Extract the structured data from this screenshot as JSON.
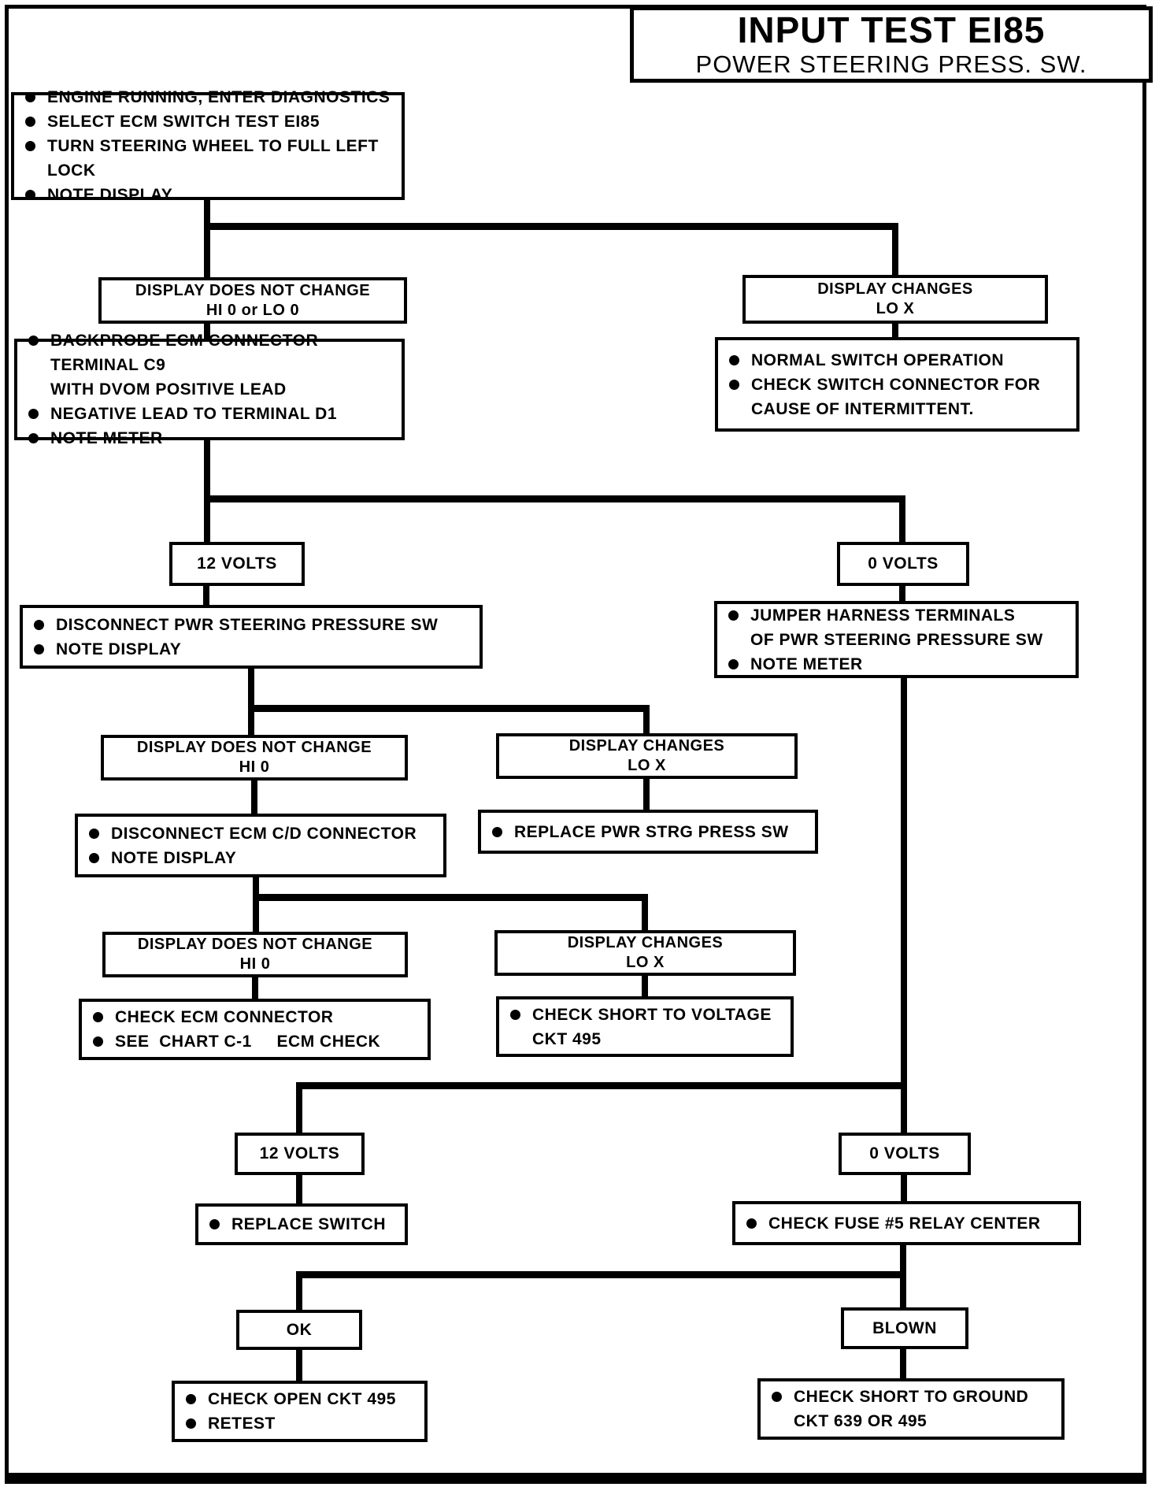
{
  "page": {
    "title": "INPUT TEST EI85",
    "subtitle": "POWER STEERING PRESS. SW."
  },
  "flowchart": {
    "start": {
      "bullets": [
        "ENGINE RUNNING, ENTER DIAGNOSTICS",
        "SELECT ECM SWITCH TEST EI85",
        "TURN STEERING WHEEL TO FULL LEFT LOCK",
        "NOTE DISPLAY"
      ]
    },
    "display_no_change_1": {
      "line1": "DISPLAY DOES NOT CHANGE",
      "line2": "HI 0 or LO 0"
    },
    "display_changes_1": {
      "line1": "DISPLAY CHANGES",
      "line2": "LO X"
    },
    "normal_switch": {
      "bullets": [
        "NORMAL SWITCH OPERATION",
        "CHECK SWITCH CONNECTOR FOR\nCAUSE OF INTERMITTENT."
      ]
    },
    "backprobe": {
      "bullets": [
        "BACKPROBE ECM CONNECTOR TERMINAL C9\nWITH DVOM POSITIVE LEAD",
        "NEGATIVE LEAD TO TERMINAL D1",
        "NOTE METER"
      ]
    },
    "volts12_1": {
      "label": "12 VOLTS"
    },
    "volts0_1": {
      "label": "0 VOLTS"
    },
    "disconnect_sw": {
      "bullets": [
        "DISCONNECT PWR STEERING PRESSURE SW",
        "NOTE DISPLAY"
      ]
    },
    "jumper": {
      "bullets": [
        "JUMPER HARNESS TERMINALS\nOF PWR STEERING PRESSURE SW",
        "NOTE METER"
      ]
    },
    "display_no_change_2": {
      "line1": "DISPLAY DOES NOT CHANGE",
      "line2": "HI 0"
    },
    "display_changes_2": {
      "line1": "DISPLAY CHANGES",
      "line2": "LO X"
    },
    "replace_press_sw": {
      "bullets": [
        "REPLACE PWR STRG PRESS SW"
      ]
    },
    "disconnect_ecm": {
      "bullets": [
        "DISCONNECT ECM C/D CONNECTOR",
        "NOTE DISPLAY"
      ]
    },
    "display_no_change_3": {
      "line1": "DISPLAY DOES NOT CHANGE",
      "line2": "HI 0"
    },
    "display_changes_3": {
      "line1": "DISPLAY CHANGES",
      "line2": "LO X"
    },
    "check_ecm": {
      "bullets": [
        "CHECK ECM CONNECTOR",
        "SEE  CHART C-1     ECM CHECK"
      ]
    },
    "short_voltage": {
      "bullets": [
        "CHECK SHORT TO VOLTAGE\nCKT 495"
      ]
    },
    "volts12_2": {
      "label": "12 VOLTS"
    },
    "volts0_2": {
      "label": "0 VOLTS"
    },
    "replace_switch": {
      "bullets": [
        "REPLACE SWITCH"
      ]
    },
    "check_fuse": {
      "bullets": [
        "CHECK FUSE #5 RELAY CENTER"
      ]
    },
    "ok": {
      "label": "OK"
    },
    "blown": {
      "label": "BLOWN"
    },
    "check_open": {
      "bullets": [
        "CHECK OPEN CKT 495",
        "RETEST"
      ]
    },
    "short_ground": {
      "bullets": [
        "CHECK SHORT TO GROUND\nCKT 639 OR 495"
      ]
    }
  }
}
